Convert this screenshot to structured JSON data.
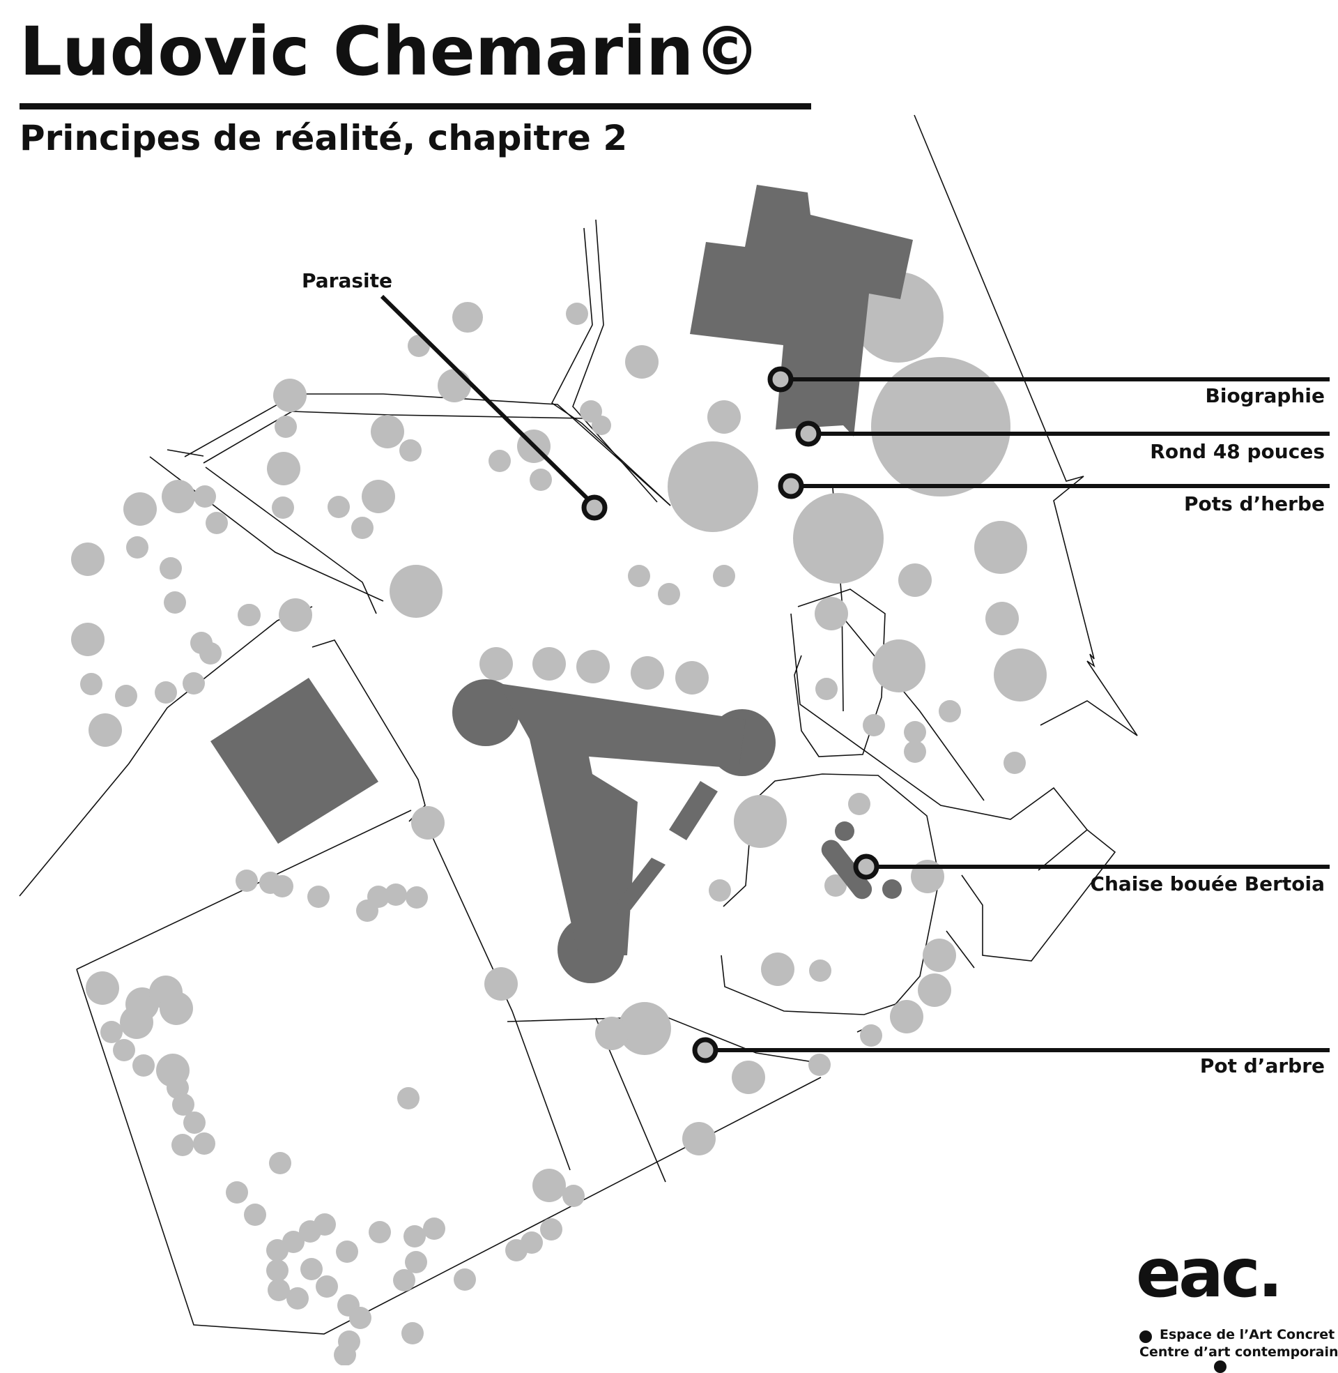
{
  "header": {
    "title": "Ludovic Chemarin©",
    "subtitle": "Principes de réalité, chapitre 2"
  },
  "labels": {
    "parasite": "Parasite",
    "biographie": "Biographie",
    "rond": "Rond 48 pouces",
    "pots_herbe": "Pots d’herbe",
    "chaise": "Chaise bouée Bertoia",
    "pot_arbre": "Pot d’arbre"
  },
  "logo": {
    "mark": "eac.",
    "line1": "Espace de l’Art Concret",
    "line2": "Centre d’art contemporain"
  },
  "colors": {
    "tree": "#bdbdbd",
    "building": "#6b6b6b",
    "ink": "#111111",
    "background": "#ffffff"
  }
}
